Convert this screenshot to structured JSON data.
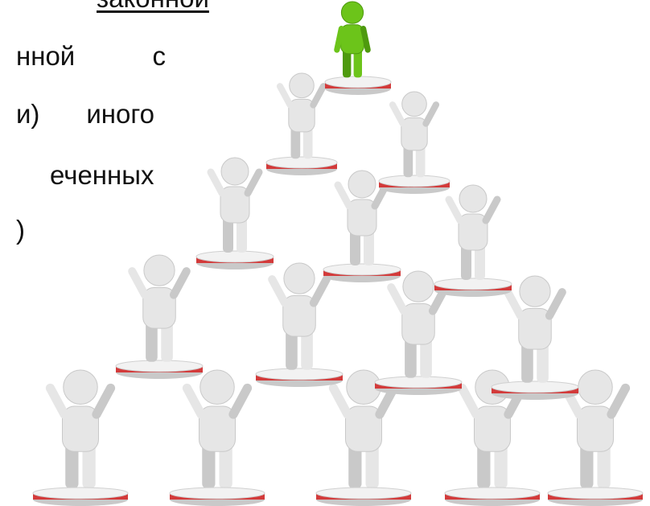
{
  "text_lines": [
    {
      "text": "законной"
    },
    {
      "left": "нной",
      "right": "с"
    },
    {
      "left": "и)",
      "right": "иного"
    },
    {
      "text": "еченных"
    },
    {
      "text": ")"
    }
  ],
  "illustration": {
    "icon": "human-pyramid-icon",
    "colors": {
      "figure": "#e6e6e6",
      "figure_shade": "#c9c9c9",
      "leader": "#6cc41a",
      "leader_shade": "#4e9a0e",
      "platform_stripe": "#d33a3a",
      "platform": "#f2f2f2"
    }
  }
}
